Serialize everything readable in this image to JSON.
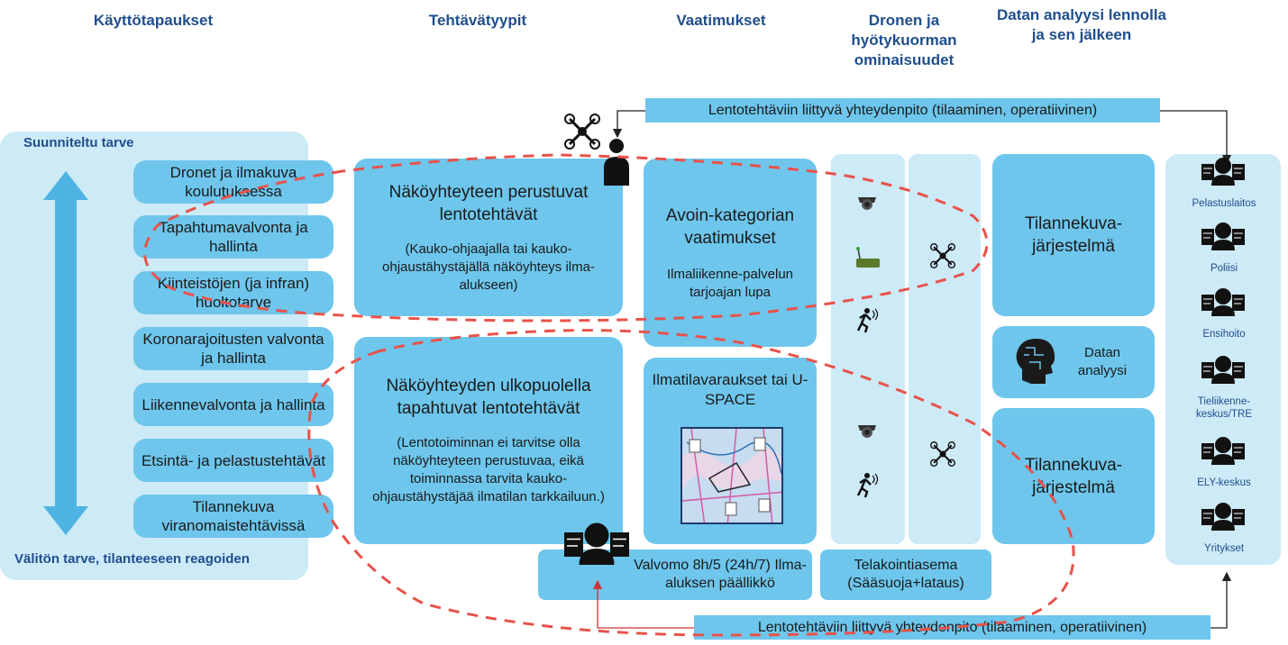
{
  "headers": {
    "use_cases": "Käyttötapaukset",
    "mission_types": "Tehtävätyypit",
    "requirements": "Vaatimukset",
    "drone_payload": "Dronen ja hyötykuorman ominaisuudet",
    "data_analysis": "Datan analyysi lennolla ja sen jälkeen"
  },
  "left_panel": {
    "top_label": "Suunniteltu tarve",
    "bottom_label": "Välitön tarve, tilanteeseen reagoiden",
    "use_cases": [
      "Dronet ja ilmakuva koulutuksessa",
      "Tapahtumavalvonta ja hallinta",
      "Kiinteistöjen (ja infran) huoltotarve",
      "Koronarajoitusten valvonta ja hallinta",
      "Liikennevalvonta ja hallinta",
      "Etsintä- ja pelastustehtävät",
      "Tilannekuva viranomaistehtävissä"
    ]
  },
  "missions": {
    "vlos_title": "Näköyhteyteen perustuvat lentotehtävät",
    "vlos_desc": "(Kauko-ohjaajalla tai kauko-ohjaustähystäjällä näköyhteys ilma-alukseen)",
    "bvlos_title": "Näköyhteyden ulkopuolella tapahtuvat lentotehtävät",
    "bvlos_desc": "(Lentotoiminnan ei tarvitse olla näköyhteyteen perustuvaa, eikä toiminnassa tarvita kauko-ohjaustähystäjää ilmatilan tarkkailuun.)"
  },
  "requirements": {
    "open_title": "Avoin-kategorian vaatimukset",
    "open_desc": "Ilmaliikenne-palvelun tarjoajan lupa",
    "uspace_title": "Ilmatilavaraukset tai U-SPACE"
  },
  "bottom_boxes": {
    "control_room": "Valvomo 8h/5 (24h/7) Ilma-aluksen päällikkö",
    "docking": "Telakointiasema (Sääsuoja+lataus)"
  },
  "data": {
    "situation_1": "Tilannekuva-järjestelmä",
    "analysis": "Datan analyysi",
    "situation_2": "Tilannekuva-järjestelmä"
  },
  "receivers": [
    "Pelastuslaitos",
    "Poliisi",
    "Ensihoito",
    "Tieliikenne-keskus/TRE",
    "ELY-keskus",
    "Yritykset"
  ],
  "comm_top": "Lentotehtäviin liittyvä yhteydenpito (tilaaminen, operatiivinen)",
  "comm_bottom": "Lentotehtäviin liittyvä yhteydenpito (tilaaminen, operatiivinen)",
  "colors": {
    "box": "#6ec6ec",
    "panel": "#cdeaf7",
    "header_text": "#1f4e8c",
    "dashed_loop": "#e8524a"
  },
  "icons": [
    "drone-icon",
    "operator-icon",
    "camera-icon",
    "sensor-icon",
    "running-person-icon",
    "head-analysis-icon",
    "workstation-person-icon",
    "map-image"
  ]
}
